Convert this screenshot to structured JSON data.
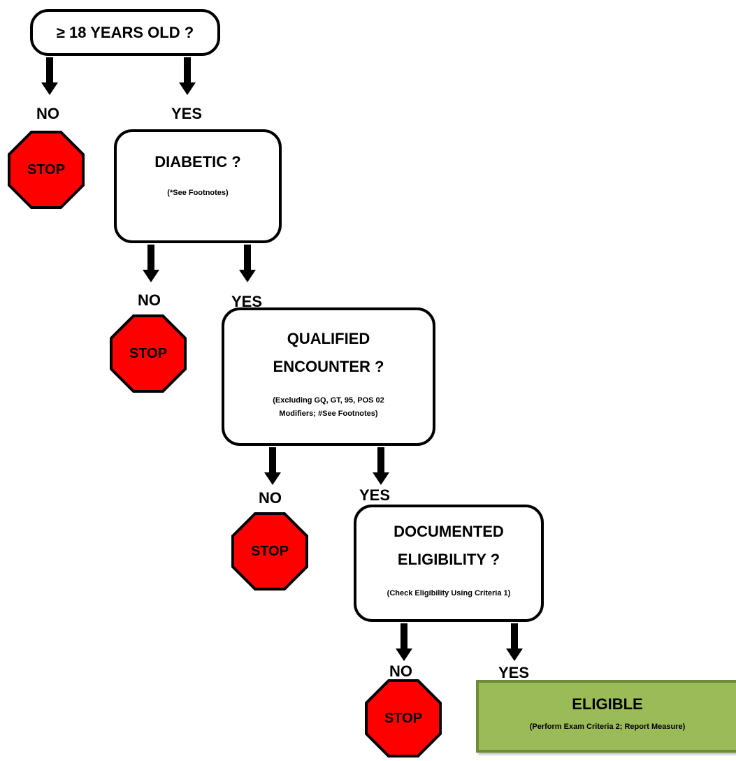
{
  "boxes": {
    "age": {
      "title": "≥ 18 YEARS OLD ?"
    },
    "diabetic": {
      "title": "DIABETIC ?",
      "note": "(*See Footnotes)"
    },
    "encounter": {
      "title_line1": "QUALIFIED",
      "title_line2": "ENCOUNTER ?",
      "note_line1": "(Excluding GQ, GT, 95, POS 02",
      "note_line2": "Modifiers; #See Footnotes)"
    },
    "eligibility": {
      "title_line1": "DOCUMENTED",
      "title_line2": "ELIGIBILITY ?",
      "note": "(Check Eligibility Using Criteria 1)"
    },
    "eligible": {
      "title": "ELIGIBLE",
      "note": "(Perform Exam Criteria 2; Report Measure)"
    }
  },
  "labels": {
    "no": "NO",
    "yes": "YES"
  },
  "stop_text": "STOP",
  "colors": {
    "stop_fill": "#ff0000",
    "eligible_fill": "#9bbb59",
    "eligible_border": "#6f8a3a",
    "outline": "#000000"
  }
}
